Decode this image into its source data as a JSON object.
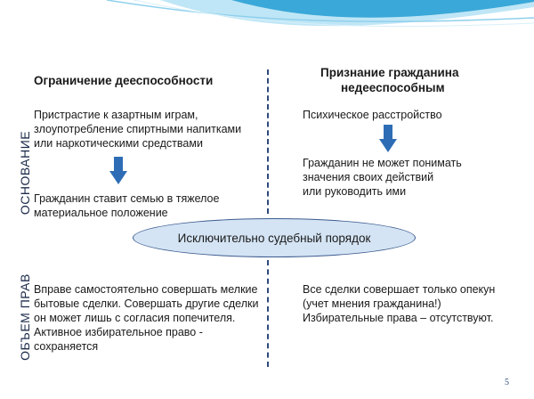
{
  "colors": {
    "wave_dark": "#3aa8d8",
    "wave_light": "#bfe6f6",
    "divider": "#2f4a7a",
    "arrow": "#2e6db5",
    "ellipse_fill": "#d4e4f4",
    "ellipse_border": "#3d5c8f"
  },
  "left_column": {
    "header": "Ограничение дееспособности",
    "basis_lines": [
      "Пристрастие к азартным играм,",
      "злоупотребление спиртными напитками",
      "или наркотическими средствами"
    ],
    "consequence_lines": [
      "Гражданин ставит семью в тяжелое",
      "материальное положение"
    ],
    "rights_lines": [
      "Вправе самостоятельно совершать мелкие",
      "бытовые сделки. Совершать другие сделки",
      "он может лишь с согласия попечителя.",
      "Активное избирательное право -",
      "сохраняется"
    ]
  },
  "right_column": {
    "header_lines": [
      "Признание гражданина",
      "недееспособным"
    ],
    "basis_lines": [
      "Психическое расстройство"
    ],
    "consequence_lines": [
      "Гражданин не может понимать",
      "значения своих действий",
      "или руководить ими"
    ],
    "rights_lines": [
      "Все сделки совершает только опекун",
      "(учет мнения гражданина!)",
      "Избирательные права – отсутствуют."
    ]
  },
  "side_labels": {
    "basis": "ОСНОВАНИЕ",
    "rights": "ОБЪЕМ ПРАВ"
  },
  "center_oval": "Исключительно судебный порядок",
  "arrow_icon": "down-arrow-icon",
  "page_number": "5"
}
